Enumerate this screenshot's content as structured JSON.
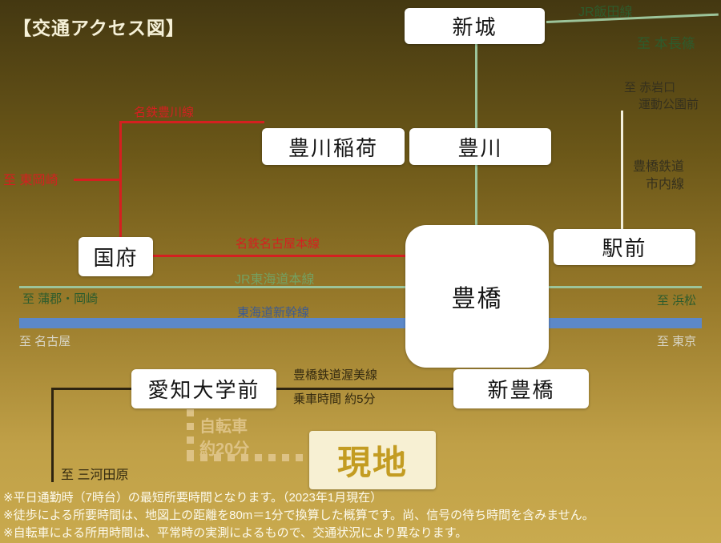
{
  "title": "【交通アクセス図】",
  "stations": {
    "shinshiro": "新城",
    "toyokawa_inari": "豊川稲荷",
    "toyokawa": "豊川",
    "kokufu": "国府",
    "toyohashi": "豊橋",
    "ekimae": "駅前",
    "aichi_daigaku_mae": "愛知大学前",
    "shin_toyohashi": "新豊橋",
    "site": "現地"
  },
  "line_labels": {
    "jr_iida": "JR飯田線",
    "meitetsu_toyokawa": "名鉄豊川線",
    "meitetsu_nagoya_main": "名鉄名古屋本線",
    "jr_tokaido_main": "JR東海道本線",
    "tokaido_shinkansen": "東海道新幹線",
    "toyotetsu_city_1": "豊橋鉄道",
    "toyotetsu_city_2": "市内線",
    "toyotetsu_atsumi": "豊橋鉄道渥美線",
    "atsumi_ride_time": "乗車時間 約5分",
    "bicycle": "自転車",
    "bicycle_time": "約20分"
  },
  "destinations": {
    "hon_nagashino": "至 本長篠",
    "akaiwaguchi": "至 赤岩口",
    "undo_koen_mae": "運動公園前",
    "higashi_okazaki": "至 東岡崎",
    "gamagori_okazaki": "至 蒲郡・岡崎",
    "hamamatsu": "至 浜松",
    "nagoya": "至 名古屋",
    "tokyo": "至 東京",
    "mikawa_tahara": "至 三河田原"
  },
  "notes": [
    "※平日通勤時（7時台）の最短所要時間となります。（2023年1月現在）",
    "※徒歩による所要時間は、地図上の距離を80m＝1分で換算した概算です。尚、信号の待ち時間を含みません。",
    "※自転車による所用時間は、平常時の実測によるもので、交通状況により異なります。"
  ],
  "colors": {
    "jr_line": "#9cc49a",
    "jr_label_dark": "#2d5c2d",
    "jr_label_light": "#74a061",
    "meitetsu_red": "#d42020",
    "shinkansen_blue": "#5c88c8",
    "shinkansen_label": "#3a5a95",
    "city_tram_line": "#f4f0dd",
    "dark_label": "#35301d",
    "atsumi_line": "#2e2410",
    "bicycle_tan": "#ddc285",
    "site_text_gold": "#c39c22",
    "note_white": "#fdfaec"
  }
}
